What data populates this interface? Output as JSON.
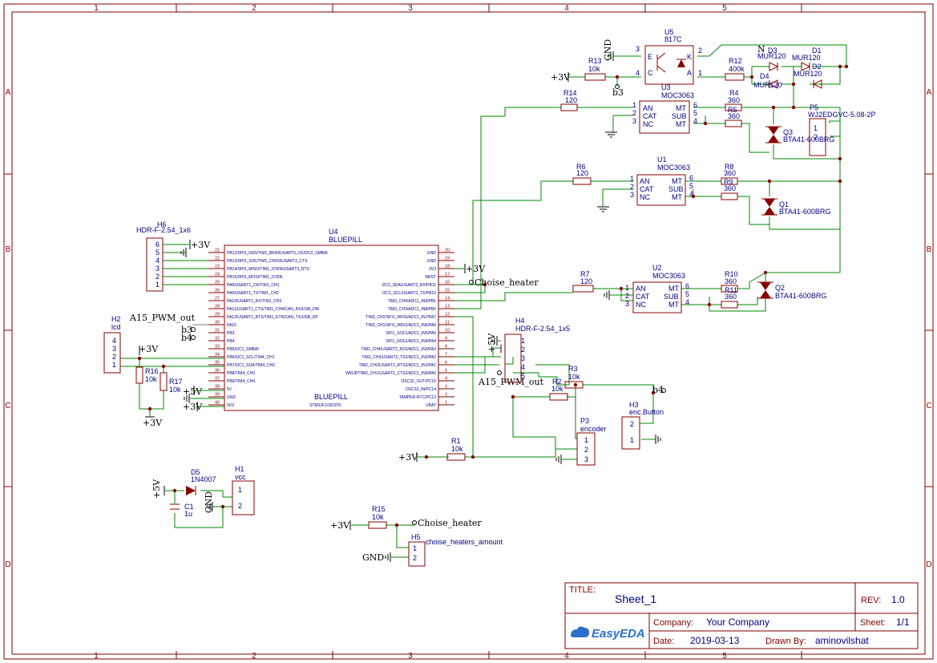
{
  "frame": {
    "columns": [
      "1",
      "2",
      "3",
      "4",
      "5"
    ],
    "rows": [
      "A",
      "B",
      "C",
      "D"
    ]
  },
  "title_block": {
    "title_label": "TITLE:",
    "title": "Sheet_1",
    "rev_label": "REV:",
    "rev": "1.0",
    "company_label": "Company:",
    "company": "Your Company",
    "sheet_label": "Sheet:",
    "sheet": "1/1",
    "date_label": "Date:",
    "date": "2019-03-13",
    "drawn_label": "Drawn By:",
    "drawn_by": "aminovilshat",
    "brand": "EasyEDA"
  },
  "components": {
    "u5": {
      "ref": "U5",
      "value": "817C",
      "pins": [
        "3",
        "4",
        "2",
        "1"
      ],
      "pin_labels": [
        "E",
        "C",
        "K",
        "A"
      ]
    },
    "u3": {
      "ref": "U3",
      "value": "MOC3063",
      "pins": [
        "1",
        "2",
        "3",
        "6",
        "5",
        "4"
      ],
      "pin_labels": [
        "AN",
        "CAT",
        "NC",
        "MT",
        "SUB",
        "MT"
      ]
    },
    "u1": {
      "ref": "U1",
      "value": "MOC3063",
      "pins": [
        "1",
        "2",
        "3",
        "6",
        "5",
        "4"
      ],
      "pin_labels": [
        "AN",
        "CAT",
        "NC",
        "MT",
        "SUB",
        "MT"
      ]
    },
    "u2": {
      "ref": "U2",
      "value": "MOC3063",
      "pins": [
        "1",
        "2",
        "3",
        "6",
        "5",
        "4"
      ],
      "pin_labels": [
        "AN",
        "CAT",
        "NC",
        "MT",
        "SUB",
        "MT"
      ]
    },
    "u4": {
      "ref": "U4",
      "value": "BLUEPILL",
      "body_label": "BLUEPILL",
      "body_sub": "STM32F103C8T6",
      "left_pins": [
        "PB12/SPI2_NSS/TIM1_BKIN/USART3_CK/I2C2_SMBAI",
        "PB13/SPI2_SCK/TIM1_CH1N/USART3_CTS",
        "PB14/SPI2_MISO/TIM1_CH2N/USART3_RTS",
        "PB15/SPI2_MOSI/TIM1_CH3N",
        "PA8/USART1_CK/TIM1_CH1",
        "PA9/USART1_TX/TIM1_CH2",
        "PA10/USART1_RX/TIM1_CH3",
        "PA11/USART1_CTS/TIM1_CH4/CAN_RX/USB_DM",
        "PA12/USART1_RTS/TIM1_ETR/CAN_TX/USB_DP",
        "PA15",
        "PB3",
        "PB4",
        "PB5/I2C1_SMBAI",
        "PB6/I2C1_SCL/TIM4_CH1",
        "PB7/I2C1_SDA/TIM4_CH2",
        "PB8/TIM4_CH3",
        "PB9/TIM4_CH4",
        "5V",
        "GND",
        "3V3"
      ],
      "left_nums": [
        "21",
        "22",
        "23",
        "24",
        "25",
        "26",
        "27",
        "28",
        "29",
        "30",
        "31",
        "32",
        "33",
        "34",
        "35",
        "36",
        "37",
        "38",
        "39",
        "40"
      ],
      "right_pins": [
        "GND",
        "GND",
        "3V3",
        "NRST",
        "I2C2_SDA/USART3_RX/PB11",
        "I2C2_SCL/USART3_TX/PB10",
        "TIM3_CH4/ADC1_IN9/PB1",
        "TIM3_CH3/ADC1_IN8/PB0",
        "TIM3_CH2/SPI1_MOSI/ADC1_IN7/PA7",
        "TIM3_CH1/SPI1_MISO/ADC1_IN6/PA6",
        "SPI1_SCK1/ADC1_IN5/PA5",
        "SPI1_NSS1/ADC1_IN4/PA4",
        "TIM2_CH4/USART2_RX2/ADC1_IN3/PA3",
        "TIM2_CH3/USART2_TX2/ADC1_IN2/PA2",
        "TIM2_CH2/USART2_RTS2/ADC1_IN1/PA1",
        "WKUP/TIM2_CH1/USART2_CTS2/ADC1_IN0/PA0",
        "OSC32_OUT/PC15",
        "OSC32_IN/PC14",
        "TAMPER-RTC/PC13",
        "VBAT"
      ],
      "right_nums": [
        "20",
        "19",
        "18",
        "17",
        "16",
        "15",
        "14",
        "13",
        "12",
        "11",
        "10",
        "9",
        "8",
        "7",
        "6",
        "5",
        "4",
        "3",
        "2",
        "1"
      ]
    },
    "h6": {
      "ref": "H6",
      "value": "HDR-F-2.54_1x6",
      "pins": [
        "6",
        "5",
        "4",
        "3",
        "2",
        "1"
      ]
    },
    "h2": {
      "ref": "H2",
      "value": "lcd",
      "pins": [
        "4",
        "3",
        "2",
        "1"
      ]
    },
    "h4": {
      "ref": "H4",
      "value": "HDR-F-2.54_1x5",
      "pins": [
        "1",
        "2",
        "3",
        "4",
        "5"
      ]
    },
    "h3": {
      "ref": "H3",
      "value": "enc.Button",
      "pins": [
        "2",
        "1"
      ]
    },
    "p3": {
      "ref": "P3",
      "value": "encoder",
      "pins": [
        "1",
        "2",
        "3"
      ]
    },
    "h1": {
      "ref": "H1",
      "value": "vcc",
      "pins": [
        "1",
        "2"
      ]
    },
    "h5": {
      "ref": "H5",
      "value": "choise_heaters_amount",
      "pins": [
        "1",
        "2"
      ]
    },
    "p5": {
      "ref": "P5",
      "value": "WJ2EDGVC-5.08-2P",
      "pins": [
        "1",
        "2"
      ]
    },
    "q3": {
      "ref": "Q3",
      "value": "BTA41-600BRG"
    },
    "q1": {
      "ref": "Q1",
      "value": "BTA41-600BRG"
    },
    "q2": {
      "ref": "Q2",
      "value": "BTA41-600BRG"
    },
    "d1": {
      "ref": "D1",
      "value": "MUR120"
    },
    "d2": {
      "ref": "D2",
      "value": "MUR120"
    },
    "d3": {
      "ref": "D3",
      "value": "MUR120"
    },
    "d4": {
      "ref": "D4",
      "value": "MUR120"
    },
    "d5": {
      "ref": "D5",
      "value": "1N4007"
    },
    "c1": {
      "ref": "C1",
      "value": "1u"
    },
    "r13": {
      "ref": "R13",
      "value": "10k"
    },
    "r12": {
      "ref": "R12",
      "value": "400k"
    },
    "r14": {
      "ref": "R14",
      "value": "120"
    },
    "r4": {
      "ref": "R4",
      "value": "360"
    },
    "r5": {
      "ref": "R5",
      "value": "360"
    },
    "r6": {
      "ref": "R6",
      "value": "120"
    },
    "r8": {
      "ref": "R8",
      "value": "360"
    },
    "r9": {
      "ref": "R9",
      "value": "360"
    },
    "r7": {
      "ref": "R7",
      "value": "120"
    },
    "r10": {
      "ref": "R10",
      "value": "360"
    },
    "r11": {
      "ref": "R11",
      "value": "360"
    },
    "r16": {
      "ref": "R16",
      "value": "10k"
    },
    "r17": {
      "ref": "R17",
      "value": "10k"
    },
    "r2": {
      "ref": "R2",
      "value": "10k"
    },
    "r3": {
      "ref": "R3",
      "value": "10k"
    },
    "r1": {
      "ref": "R1",
      "value": "10k"
    },
    "r15": {
      "ref": "R15",
      "value": "10k"
    }
  },
  "nets": {
    "gnd": "GND",
    "v3": "+3V",
    "v5": "+5V",
    "b3": "b3",
    "b4": "b4",
    "n": "N",
    "a15": "A15_PWM_out",
    "choise": "Choise_heater"
  }
}
